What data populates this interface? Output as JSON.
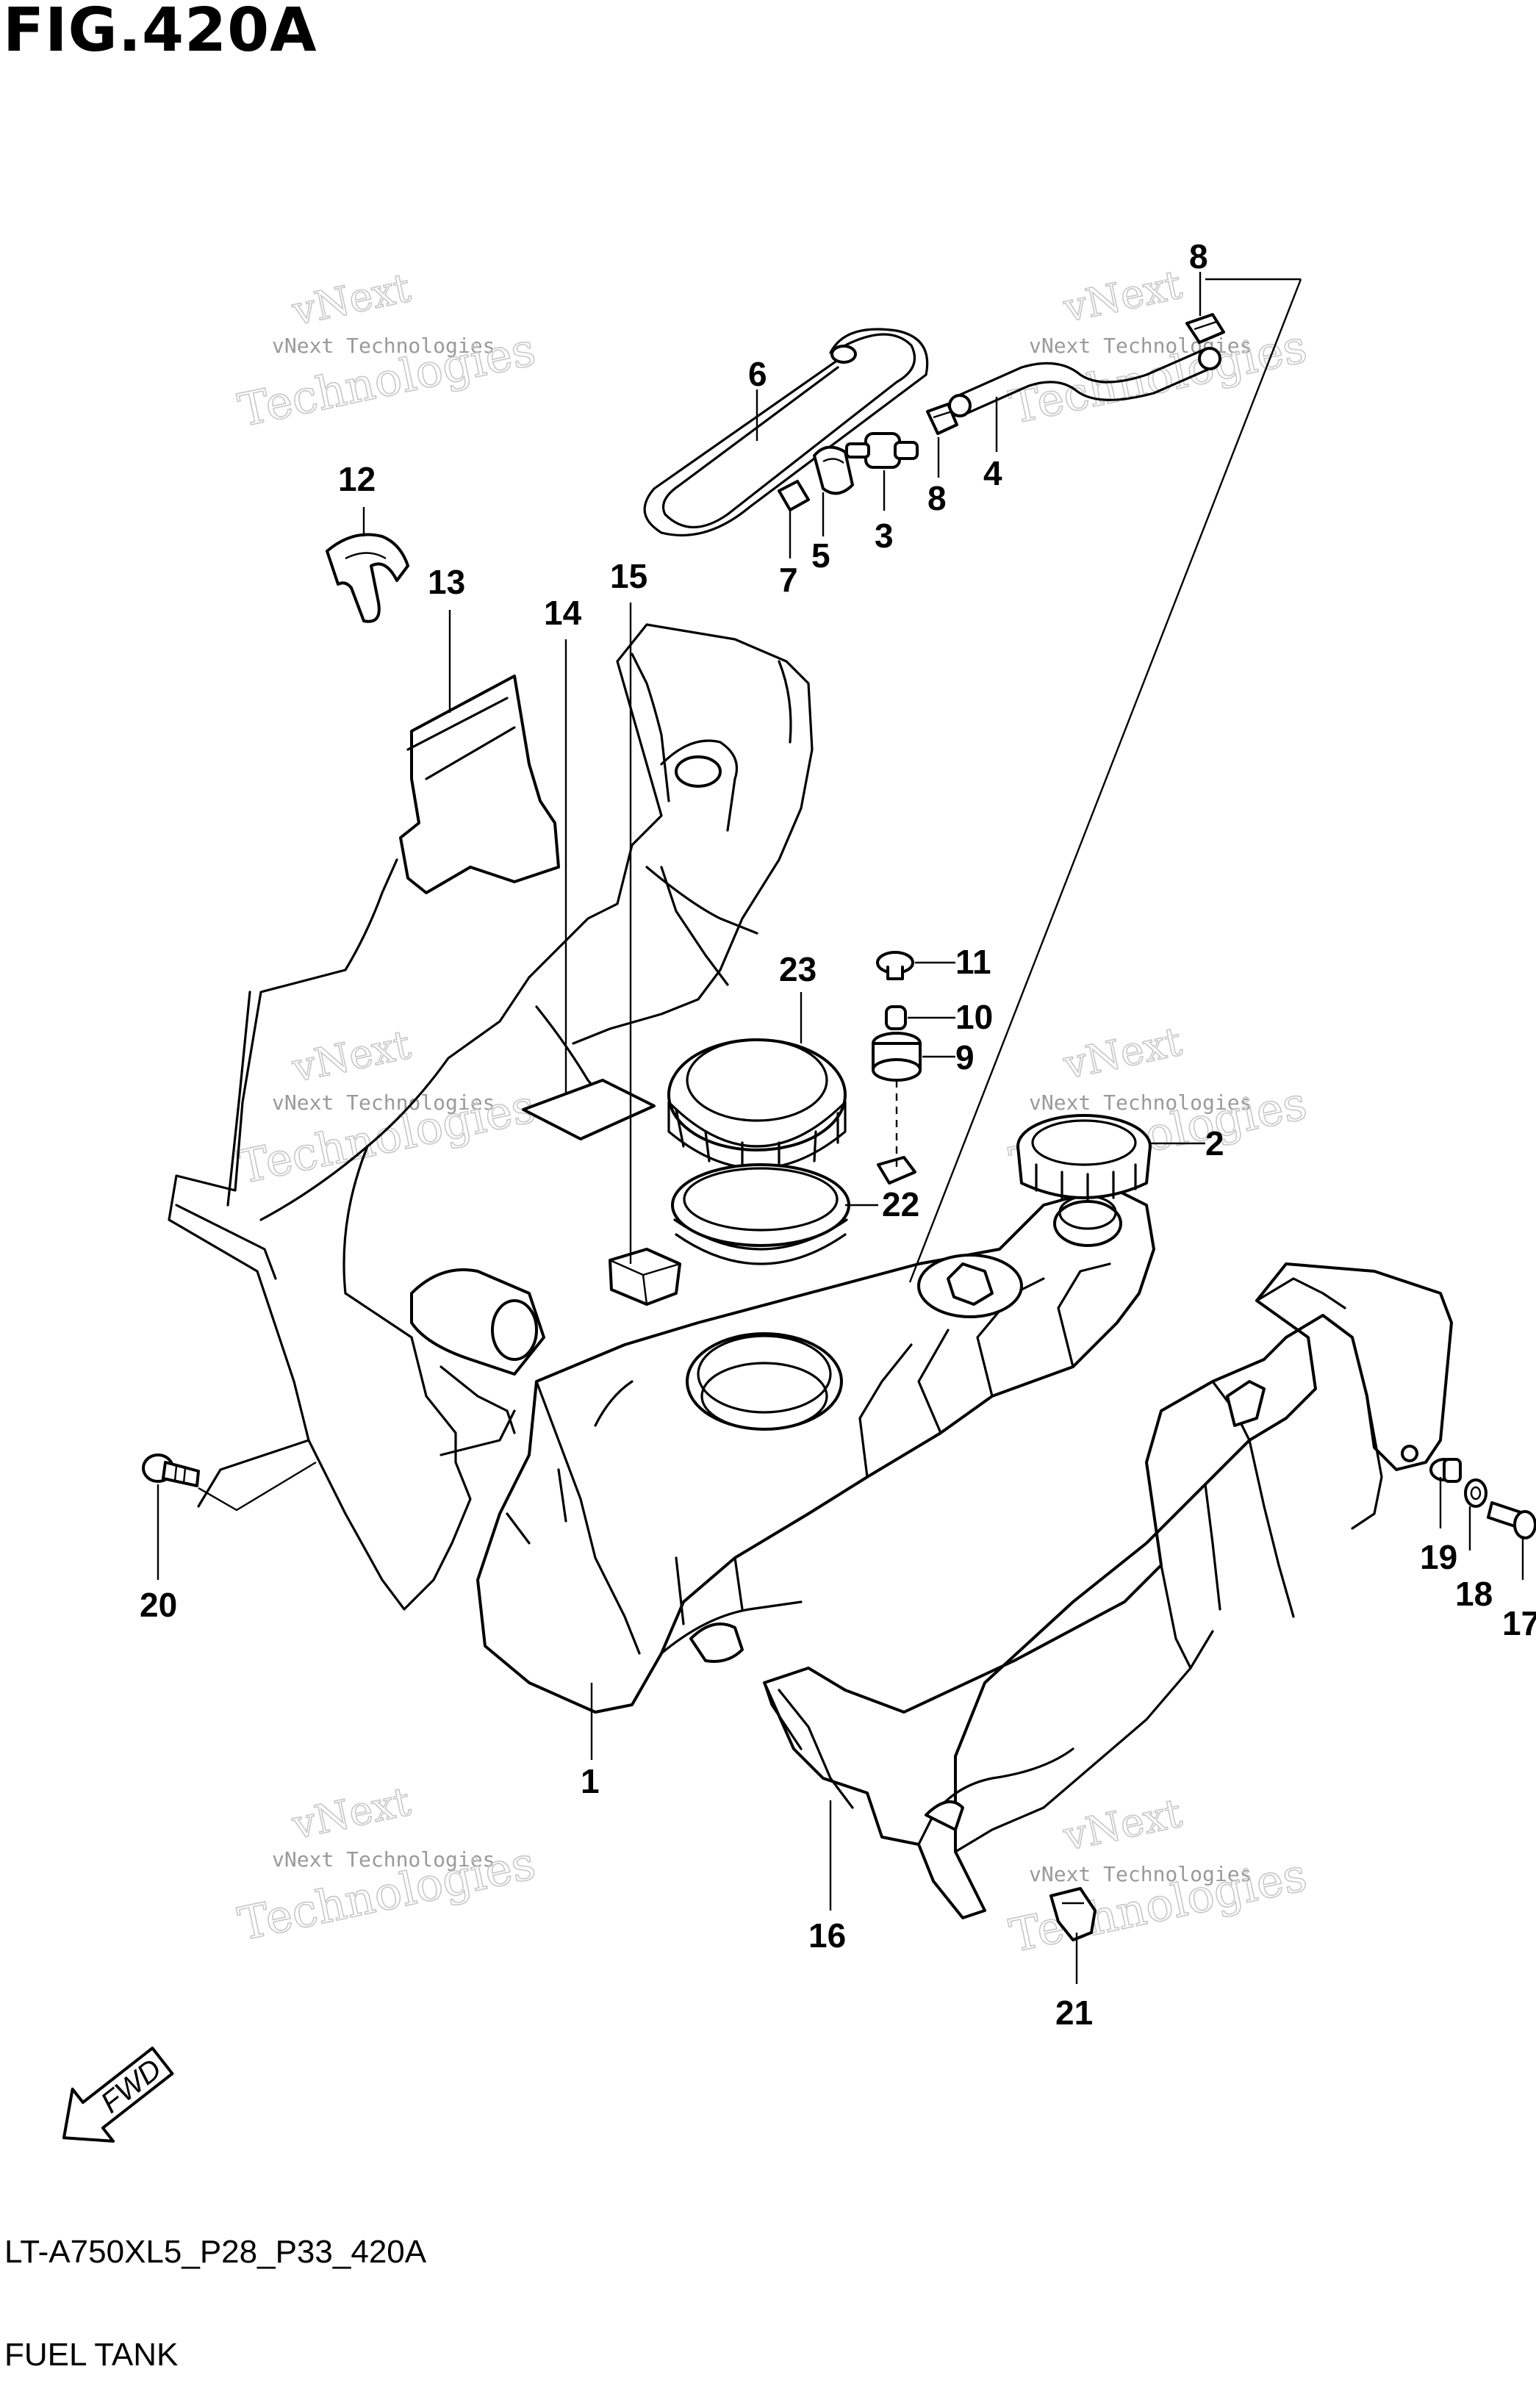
{
  "figure": {
    "title": "FIG.420A",
    "model_code": "LT-A750XL5_P28_P33_420A",
    "name": "FUEL TANK"
  },
  "watermark": {
    "line1": "vNext Technologies",
    "line2": "vNext",
    "line3": "Technologies"
  },
  "fwd_label": "FWD",
  "callouts": {
    "c1": "1",
    "c2": "2",
    "c3": "3",
    "c4": "4",
    "c5": "5",
    "c6": "6",
    "c7": "7",
    "c8a": "8",
    "c8b": "8",
    "c9": "9",
    "c10": "10",
    "c11": "11",
    "c12": "12",
    "c13": "13",
    "c14": "14",
    "c15": "15",
    "c16": "16",
    "c17": "17",
    "c18": "18",
    "c19": "19",
    "c20": "20",
    "c21": "21",
    "c22": "22",
    "c23": "23"
  },
  "colors": {
    "ink": "#000000",
    "watermark": "#c8c8c8",
    "paper": "#ffffff"
  }
}
